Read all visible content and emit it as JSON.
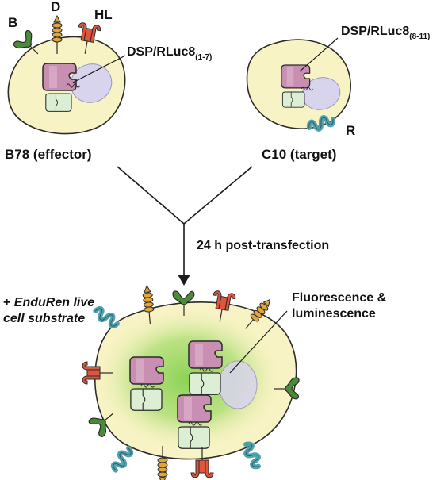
{
  "labels": {
    "receptor_b": "B",
    "receptor_d": "D",
    "receptor_hl": "HL",
    "receptor_r": "R",
    "effector_construct": "DSP/RLuc8",
    "effector_construct_sub": "(1-7)",
    "target_construct": "DSP/RLuc8",
    "target_construct_sub": "(8-11)",
    "effector_cell": "B78 (effector)",
    "target_cell": "C10 (target)",
    "step": "24 h post-transfection",
    "substrate_line1_prefix": "+ ",
    "substrate_line1_italic": "EnduRen live",
    "substrate_line2": "cell substrate",
    "readout_line1": "Fluorescence &",
    "readout_line2": "luminescence"
  },
  "colors": {
    "cell_fill": "#f8f3c4",
    "cell_stroke": "#2b2b2b",
    "nucleus_fill": "#d9d4ee",
    "dsp_fill": "#c98fb2",
    "rluc_fill": "#dcefd4",
    "glow": "#86d04e",
    "receptor_b": "#4a8a3a",
    "receptor_d": "#e0a63a",
    "receptor_hl": "#e0553e",
    "receptor_r": "#4ea3b0",
    "line": "#1a1a1a"
  }
}
